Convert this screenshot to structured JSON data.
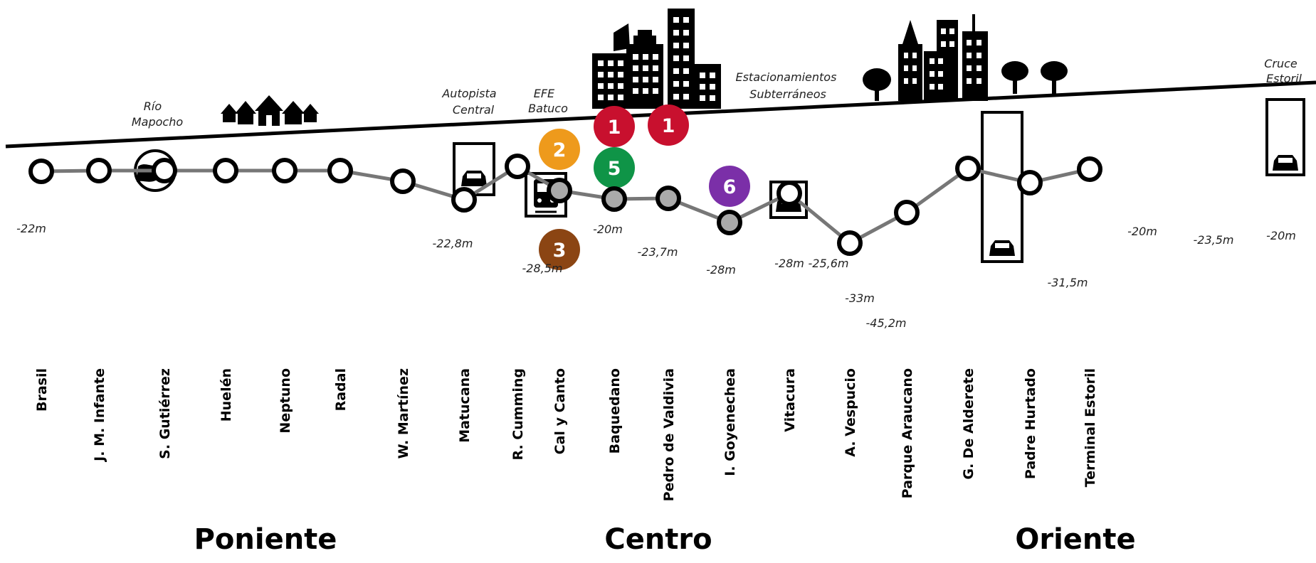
{
  "stations": [
    {
      "name": "Brasil",
      "depth": "-22m",
      "transfer": false
    },
    {
      "name": "J. M. Infante",
      "depth": "",
      "transfer": false
    },
    {
      "name": "S. Gutiérrez",
      "depth": "",
      "transfer": false
    },
    {
      "name": "Huelén",
      "depth": "",
      "transfer": false
    },
    {
      "name": "Neptuno",
      "depth": "",
      "transfer": false
    },
    {
      "name": "Radal",
      "depth": "",
      "transfer": false
    },
    {
      "name": "W. Martínez",
      "depth": "-22,8m",
      "transfer": false
    },
    {
      "name": "Matucana",
      "depth": "-28,5m",
      "transfer": false
    },
    {
      "name": "R. Cumming",
      "depth": "-20m",
      "transfer": false
    },
    {
      "name": "Cal y Canto",
      "depth": "-23,7m",
      "transfer": true
    },
    {
      "name": "Baquedano",
      "depth": "-28m",
      "transfer": true
    },
    {
      "name": "Pedro de Valdivia",
      "depth": "-28m",
      "transfer": true
    },
    {
      "name": "I. Goyenechea",
      "depth": "-33m",
      "transfer": true
    },
    {
      "name": "Vitacura",
      "depth": "-25,6m",
      "transfer": false
    },
    {
      "name": "A. Vespucio",
      "depth": "-45,2m",
      "transfer": false
    },
    {
      "name": "Parque Araucano",
      "depth": "-31,5m",
      "transfer": false
    },
    {
      "name": "G. De Alderete",
      "depth": "-20m",
      "transfer": false
    },
    {
      "name": "Padre Hurtado",
      "depth": "-23,5m",
      "transfer": false
    },
    {
      "name": "Terminal Estoril",
      "depth": "-20m",
      "transfer": false
    }
  ],
  "line_connections": [
    {
      "number": "2",
      "color": "#ee9a1c",
      "station": "Cal y Canto"
    },
    {
      "number": "3",
      "color": "#8b4513",
      "station": "Cal y Canto"
    },
    {
      "number": "1",
      "color": "#c8102e",
      "station": "Baquedano"
    },
    {
      "number": "5",
      "color": "#0f9447",
      "station": "Baquedano"
    },
    {
      "number": "1",
      "color": "#c8102e",
      "station": "Pedro de Valdivia"
    },
    {
      "number": "6",
      "color": "#7b2fa8",
      "station": "I. Goyenechea"
    }
  ],
  "surface_notes": {
    "rio_mapocho": [
      "Río",
      "Mapocho"
    ],
    "autopista_central": [
      "Autopista",
      "Central"
    ],
    "efe_batuco": [
      "EFE",
      "Batuco"
    ],
    "estacionamientos": [
      "Estacionamientos",
      "Subterráneos"
    ],
    "cruce_estoril": [
      "Cruce",
      "Estoril"
    ]
  },
  "zones": [
    "Poniente",
    "Centro",
    "Oriente"
  ],
  "icons": [
    "river-icon",
    "houses-icon",
    "car-icon",
    "train-icon",
    "city-buildings-icon",
    "trees-icon"
  ],
  "colors": {
    "track": "#777777",
    "station_ring": "#000000",
    "transfer_fill": "#aaaaaa"
  }
}
